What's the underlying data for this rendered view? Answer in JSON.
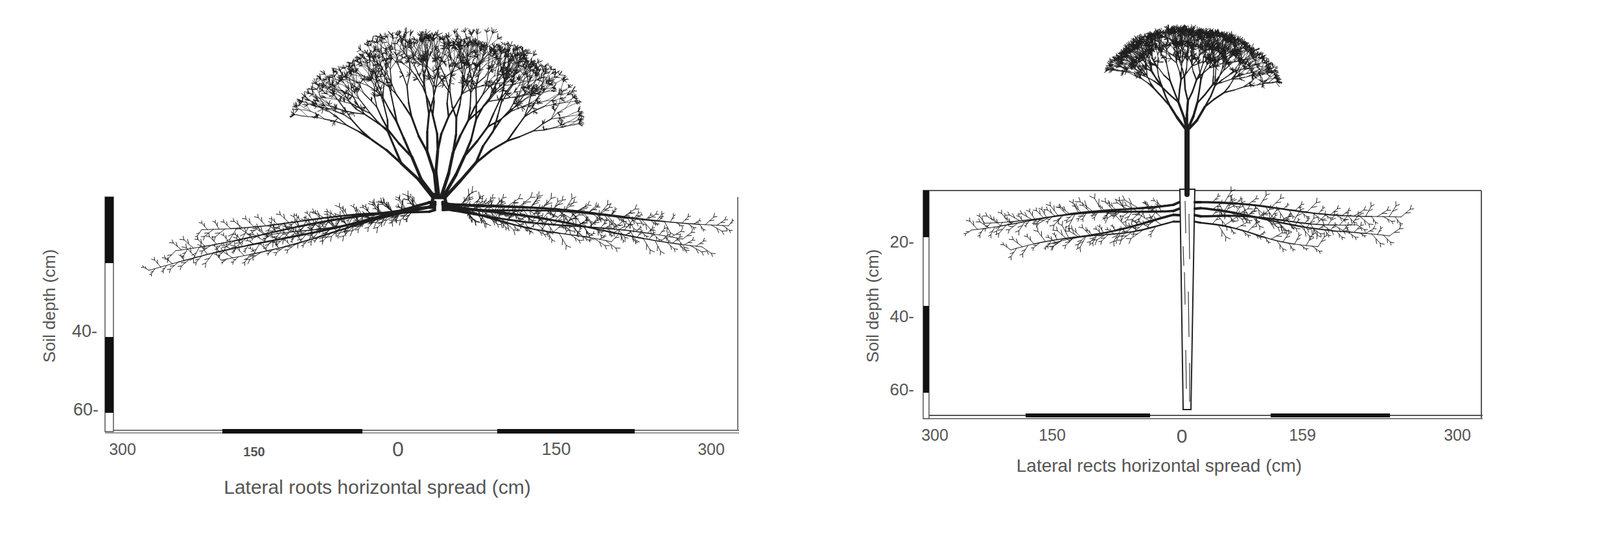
{
  "diagram": {
    "labels": [
      "Soil depth (cm)",
      "40-",
      "60-",
      "300",
      "150",
      "0",
      "150",
      "300",
      "Lateral roots horizontal spread (cm)",
      "Soil depth (cm)",
      "20-",
      "40-",
      "60-",
      "300",
      "150",
      "0",
      "159",
      "300",
      "Lateral rects horizontal spread (cm)"
    ]
  }
}
